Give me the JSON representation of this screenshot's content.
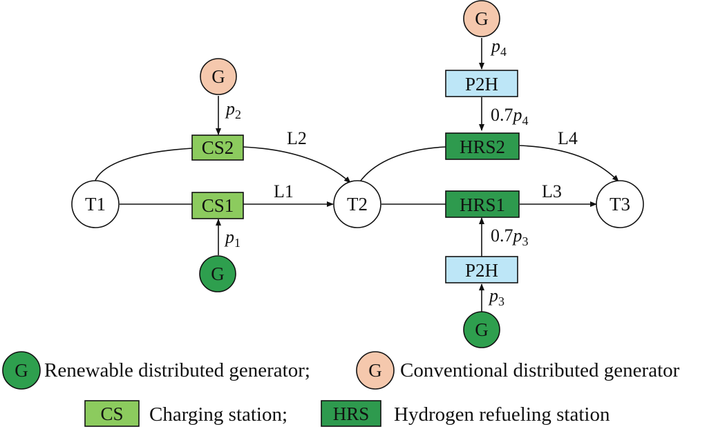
{
  "colors": {
    "renewable": "#2e9f4e",
    "conventional": "#f5c8ad",
    "charging": "#8ccb5e",
    "hydrogen": "#2e9a4e",
    "p2h": "#bde6f7",
    "node": "#ffffff"
  },
  "nodes": {
    "t1": "T1",
    "t2": "T2",
    "t3": "T3",
    "cs1": "CS1",
    "cs2": "CS2",
    "hrs1": "HRS1",
    "hrs2": "HRS2",
    "p2h_top": "P2H",
    "p2h_bottom": "P2H",
    "gen": "G"
  },
  "edges": {
    "l1": "L1",
    "l2": "L2",
    "l3": "L3",
    "l4": "L4"
  },
  "powers": {
    "p": "p",
    "p1_sub": "1",
    "p2_sub": "2",
    "p3_sub": "3",
    "p4_sub": "4",
    "coef": "0.7"
  },
  "legend": {
    "renewable": "Renewable distributed generator;",
    "conventional": "Conventional distributed generator",
    "cs_box": "CS",
    "charging": "Charging station;",
    "hrs_box": "HRS",
    "hydrogen": "Hydrogen refueling station"
  }
}
